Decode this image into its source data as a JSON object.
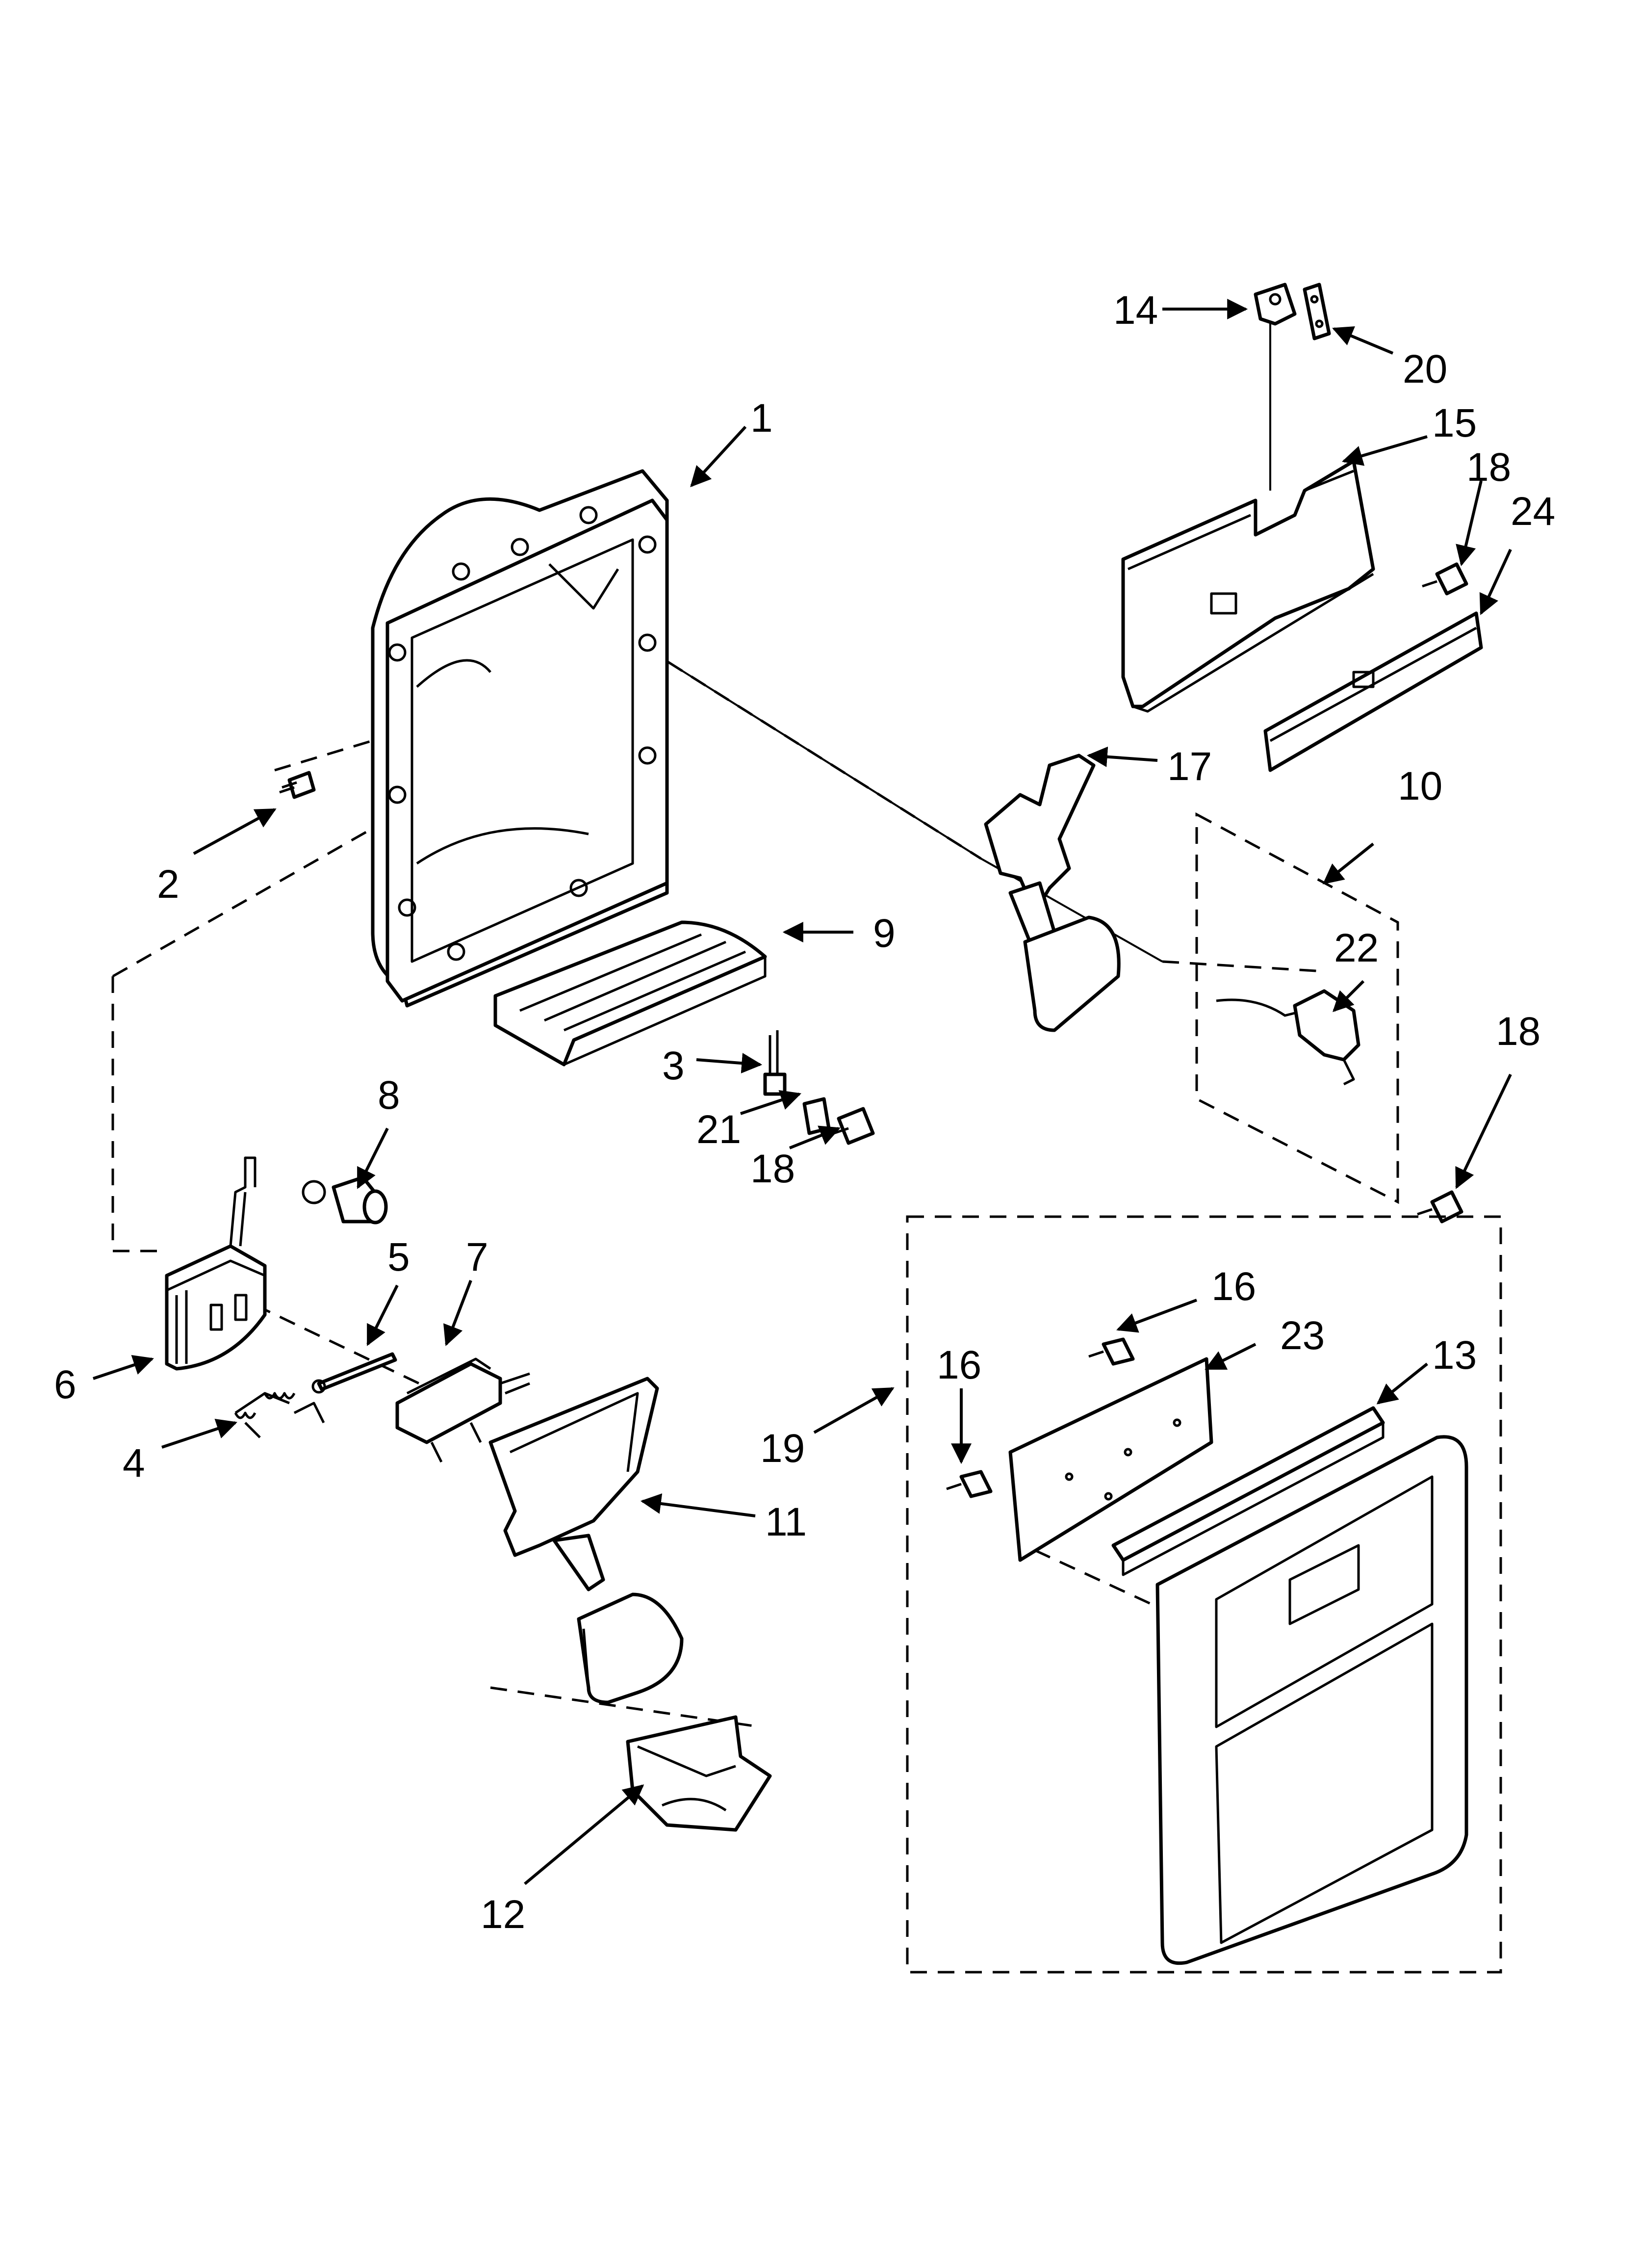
{
  "diagram": {
    "callouts": {
      "c1": "1",
      "c2": "2",
      "c3": "3",
      "c4": "4",
      "c5": "5",
      "c6": "6",
      "c7": "7",
      "c8": "8",
      "c9": "9",
      "c10": "10",
      "c11": "11",
      "c12": "12",
      "c13": "13",
      "c14": "14",
      "c15": "15",
      "c16a": "16",
      "c16b": "16",
      "c17": "17",
      "c18a": "18",
      "c18b": "18",
      "c18c": "18",
      "c19": "19",
      "c20": "20",
      "c21": "21",
      "c22": "22",
      "c23": "23",
      "c24": "24"
    }
  }
}
